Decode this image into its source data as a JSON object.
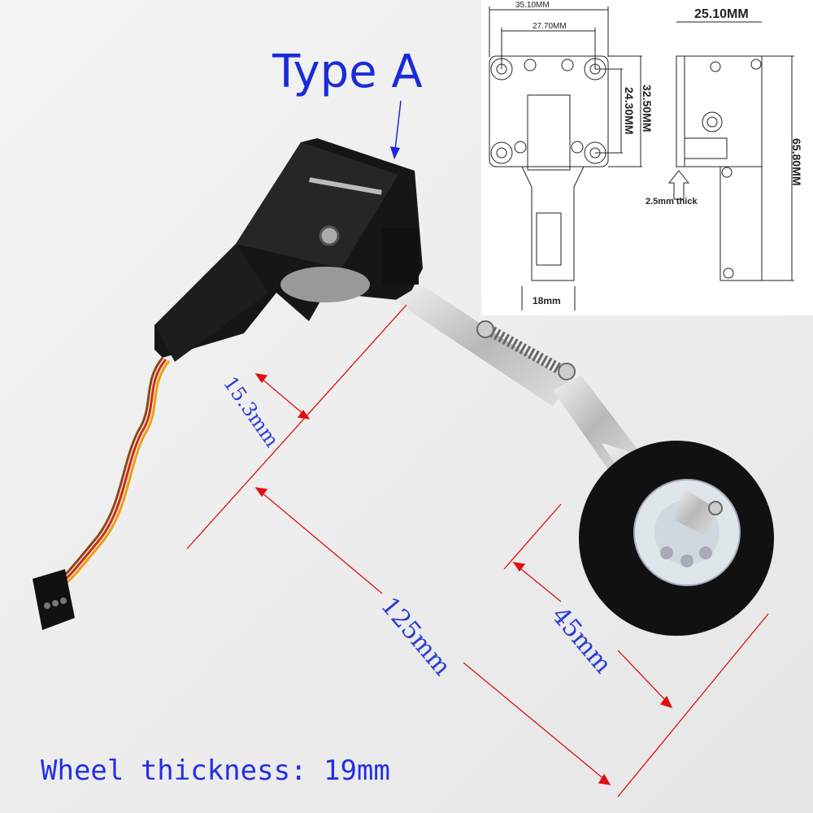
{
  "callouts": {
    "type_label": "Type A",
    "dim_mount": "15.3mm",
    "dim_length": "125mm",
    "dim_wheel": "45mm",
    "wheel_thickness": "Wheel thickness: 19mm"
  },
  "drawing": {
    "front_width": "35.10MM",
    "hole_spacing": "27.70MM",
    "hole_vertical": "24.30MM",
    "plate_height": "32.50MM",
    "leg_width": "18mm",
    "side_width": "25.10MM",
    "total_height": "65.80MM",
    "flange_note": "2.5mm thick"
  },
  "colors": {
    "label_blue": "#1a2bd8",
    "dimension_red": "#e01010"
  }
}
